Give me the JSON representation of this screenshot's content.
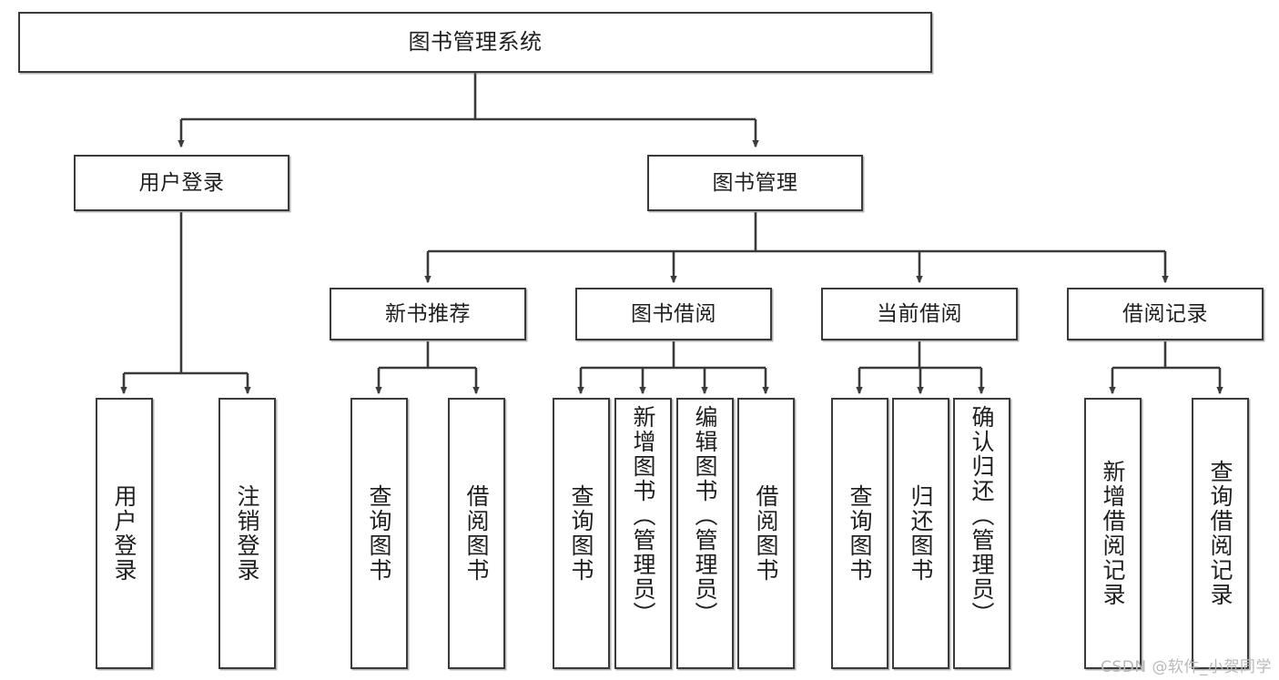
{
  "diagram": {
    "title": "图书管理系统",
    "type": "tree-hierarchy",
    "stroke_color": "#3a3a3a",
    "fill_color": "#ffffff",
    "text_color": "#1f1f1f",
    "watermark": "CSDN @软件_小贺同学",
    "levels": {
      "root": {
        "label": "图书管理系统"
      },
      "level2": [
        {
          "label": "用户登录"
        },
        {
          "label": "图书管理"
        }
      ],
      "level3": [
        {
          "label": "新书推荐"
        },
        {
          "label": "图书借阅"
        },
        {
          "label": "当前借阅"
        },
        {
          "label": "借阅记录"
        }
      ],
      "leaves": {
        "user_login": [
          {
            "label": "用户登录"
          },
          {
            "label": "注销登录"
          }
        ],
        "new_book_recommend": [
          {
            "label": "查询图书"
          },
          {
            "label": "借阅图书"
          }
        ],
        "book_borrow": [
          {
            "label": "查询图书"
          },
          {
            "label": "新增图书（管理员）"
          },
          {
            "label": "编辑图书（管理员）"
          },
          {
            "label": "借阅图书"
          }
        ],
        "current_borrow": [
          {
            "label": "查询图书"
          },
          {
            "label": "归还图书"
          },
          {
            "label": "确认归还（管理员）"
          }
        ],
        "borrow_record": [
          {
            "label": "新增借阅记录"
          },
          {
            "label": "查询借阅记录"
          }
        ]
      }
    }
  }
}
